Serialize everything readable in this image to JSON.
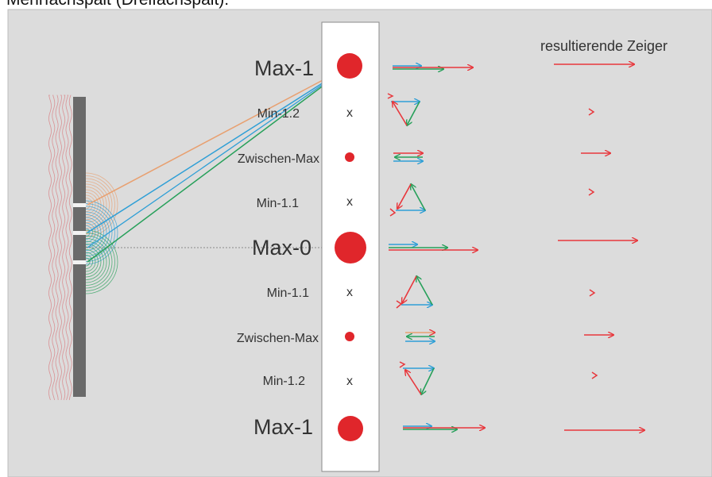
{
  "heading": "Mehrfachspalt (Dreifachspalt):",
  "column_header": "resultierende Zeiger",
  "rows": [
    {
      "label": "Max-1",
      "kind": "max",
      "size": "big",
      "resultant": "long"
    },
    {
      "label": "Min-1.2",
      "kind": "min",
      "size": "x",
      "resultant": "zero"
    },
    {
      "label": "Zwischen-Max",
      "kind": "mid",
      "size": "small",
      "resultant": "short"
    },
    {
      "label": "Min-1.1",
      "kind": "min",
      "size": "x",
      "resultant": "zero"
    },
    {
      "label": "Max-0",
      "kind": "max",
      "size": "biggest",
      "resultant": "long"
    },
    {
      "label": "Min-1.1",
      "kind": "min",
      "size": "x",
      "resultant": "zero"
    },
    {
      "label": "Zwischen-Max",
      "kind": "mid",
      "size": "small",
      "resultant": "short"
    },
    {
      "label": "Min-1.2",
      "kind": "min",
      "size": "x",
      "resultant": "zero"
    },
    {
      "label": "Max-1",
      "kind": "max",
      "size": "big",
      "resultant": "long"
    }
  ],
  "min_marker": "x",
  "colors": {
    "background": "#dcdcdc",
    "barrier": "#6a6a6a",
    "dot": "#e0262b",
    "arrow_red": "#e8373c",
    "arrow_blue": "#2f9fd6",
    "arrow_green": "#27a05a",
    "ray_orange": "#e8a070",
    "wave": "#d9787c"
  }
}
